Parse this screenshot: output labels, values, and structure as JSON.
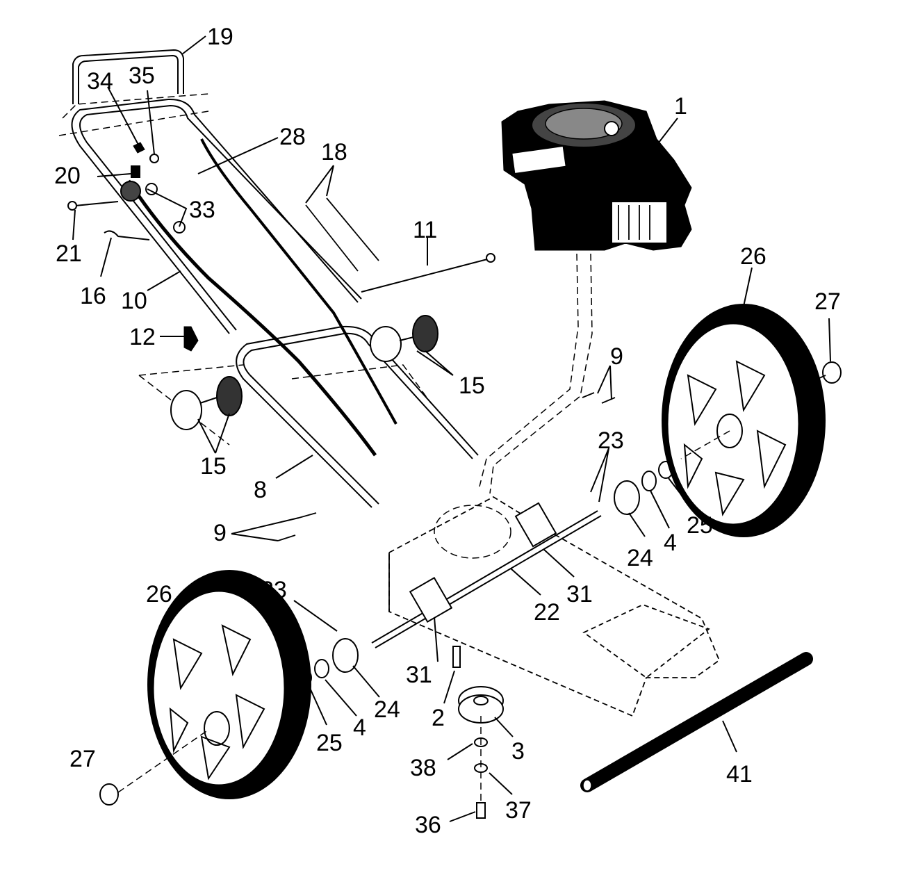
{
  "diagram": {
    "labels": {
      "l1": "1",
      "l2": "2",
      "l3": "3",
      "l4a": "4",
      "l4b": "4",
      "l8": "8",
      "l9a": "9",
      "l9b": "9",
      "l10": "10",
      "l11": "11",
      "l12": "12",
      "l15a": "15",
      "l15b": "15",
      "l16": "16",
      "l18": "18",
      "l19": "19",
      "l20": "20",
      "l21": "21",
      "l22": "22",
      "l23a": "23",
      "l23b": "23",
      "l24a": "24",
      "l24b": "24",
      "l25a": "25",
      "l25b": "25",
      "l26a": "26",
      "l26b": "26",
      "l27a": "27",
      "l27b": "27",
      "l28": "28",
      "l31a": "31",
      "l31b": "31",
      "l33": "33",
      "l34": "34",
      "l35": "35",
      "l36": "36",
      "l37": "37",
      "l38": "38",
      "l41": "41"
    }
  }
}
